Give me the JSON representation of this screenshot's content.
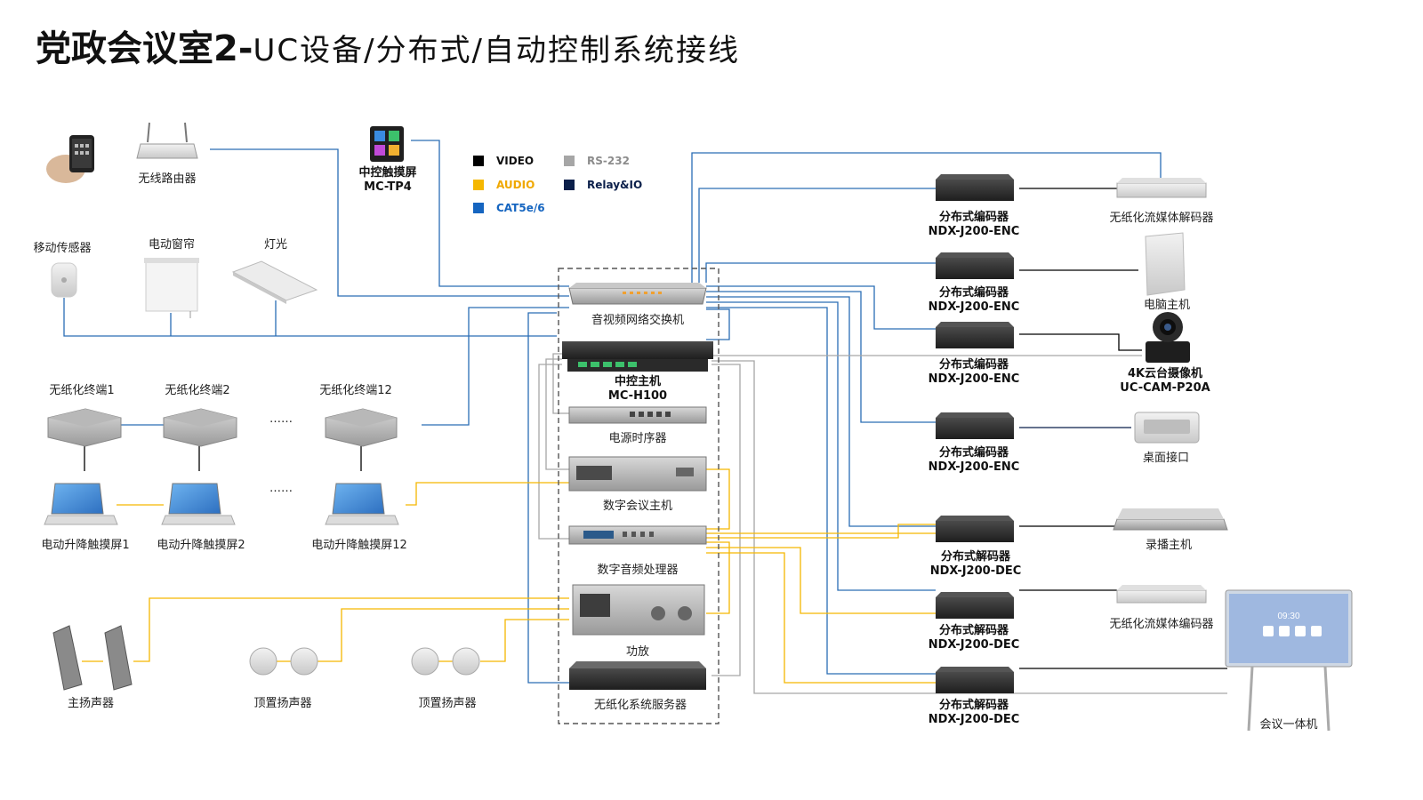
{
  "title": {
    "bold": "党政会议室2-",
    "light": "UC设备/分布式/自动控制系统接线"
  },
  "legend": [
    {
      "label": "VIDEO",
      "color": "#000000",
      "text_color": "#111111"
    },
    {
      "label": "RS-232",
      "color": "#a6a6a6",
      "text_color": "#8c8c8c"
    },
    {
      "label": "AUDIO",
      "color": "#f5b700",
      "text_color": "#f0a800"
    },
    {
      "label": "Relay&IO",
      "color": "#0b1f4a",
      "text_color": "#0b1f4a"
    },
    {
      "label": "CAT5e/6",
      "color": "#1565c0",
      "text_color": "#1565c0"
    }
  ],
  "line_colors": {
    "video": "#000000",
    "rs232": "#a6a6a6",
    "audio": "#f5b700",
    "relay": "#0b1f4a",
    "cat": "#2a6db5"
  },
  "devices": {
    "router": "无线路由器",
    "touch_panel": {
      "name": "中控触摸屏",
      "model": "MC-TP4"
    },
    "motion_sensor": "移动传感器",
    "curtain": "电动窗帘",
    "light": "灯光",
    "terminal1": "无纸化终端1",
    "terminal2": "无纸化终端2",
    "terminal12": "无纸化终端12",
    "dots": "……",
    "lift1": "电动升降触摸屏1",
    "lift2": "电动升降触摸屏2",
    "lift12": "电动升降触摸屏12",
    "main_speaker": "主扬声器",
    "ceiling_speaker1": "顶置扬声器",
    "ceiling_speaker2": "顶置扬声器",
    "switch": "音视频网络交换机",
    "controller": {
      "name": "中控主机",
      "model": "MC-H100"
    },
    "power_seq": "电源时序器",
    "conf_host": "数字会议主机",
    "dsp": "数字音频处理器",
    "amp": "功放",
    "paperless_server": "无纸化系统服务器",
    "enc1": {
      "name": "分布式编码器",
      "model": "NDX-J200-ENC"
    },
    "enc2": {
      "name": "分布式编码器",
      "model": "NDX-J200-ENC"
    },
    "enc3": {
      "name": "分布式编码器",
      "model": "NDX-J200-ENC"
    },
    "enc4": {
      "name": "分布式编码器",
      "model": "NDX-J200-ENC"
    },
    "dec1": {
      "name": "分布式解码器",
      "model": "NDX-J200-DEC"
    },
    "dec2": {
      "name": "分布式解码器",
      "model": "NDX-J200-DEC"
    },
    "dec3": {
      "name": "分布式解码器",
      "model": "NDX-J200-DEC"
    },
    "stream_decoder": "无纸化流媒体解码器",
    "pc": "电脑主机",
    "camera": {
      "name": "4K云台摄像机",
      "model": "UC-CAM-P20A"
    },
    "desk_port": "桌面接口",
    "recorder": "录播主机",
    "stream_encoder": "无纸化流媒体编码器",
    "conf_display": "会议一体机",
    "display_time": "09:30"
  }
}
